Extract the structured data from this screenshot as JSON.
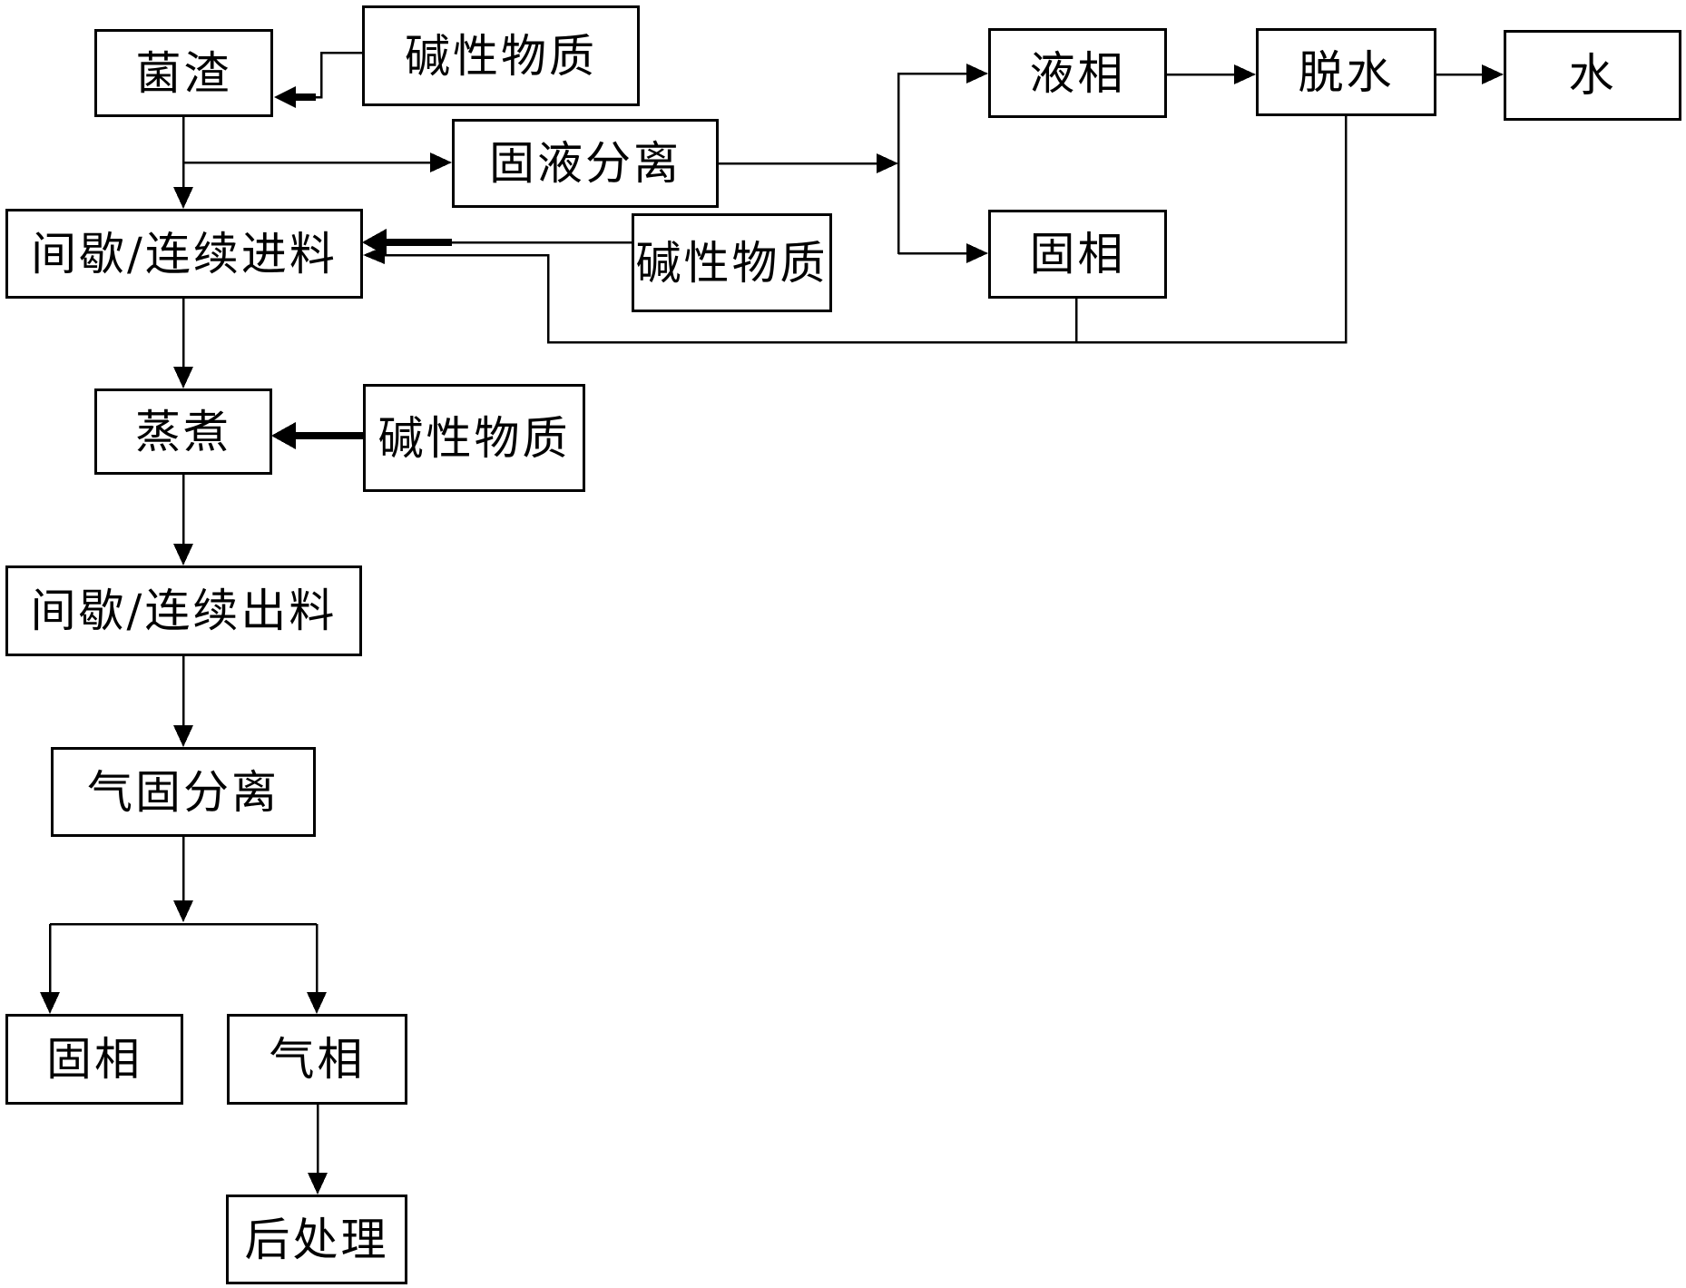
{
  "figure": {
    "type": "flowchart",
    "background_color": "#ffffff",
    "line_color": "#000000",
    "box_fill": "#ffffff",
    "box_border_color": "#000000"
  },
  "nodes": {
    "junzha": {
      "label": "菌渣"
    },
    "alkali_top": {
      "label": "碱性物质"
    },
    "solid_liquid_sep": {
      "label": "固液分离"
    },
    "liquid_phase": {
      "label": "液相"
    },
    "dewater": {
      "label": "脱水"
    },
    "water": {
      "label": "水"
    },
    "solid_phase_upper": {
      "label": "固相"
    },
    "feed": {
      "label": "间歇/连续进料"
    },
    "alkali_mid": {
      "label": "碱性物质"
    },
    "zhengzhu": {
      "label": "蒸煮"
    },
    "alkali_lower": {
      "label": "碱性物质"
    },
    "discharge": {
      "label": "间歇/连续出料"
    },
    "gas_solid_sep": {
      "label": "气固分离"
    },
    "solid_phase_lower": {
      "label": "固相"
    },
    "gas_phase": {
      "label": "气相"
    },
    "post_process": {
      "label": "后处理"
    }
  },
  "edges": [
    {
      "from": "alkali_top",
      "to": "junzha",
      "style": "thick-head"
    },
    {
      "from": "junzha",
      "to": "solid_liquid_sep",
      "style": "thin"
    },
    {
      "from": "junzha",
      "to": "feed",
      "style": "thin"
    },
    {
      "from": "solid_liquid_sep",
      "to": "liquid_phase",
      "style": "thin"
    },
    {
      "from": "solid_liquid_sep",
      "to": "solid_phase_upper",
      "style": "thin"
    },
    {
      "from": "liquid_phase",
      "to": "dewater",
      "style": "thin"
    },
    {
      "from": "dewater",
      "to": "water",
      "style": "thin"
    },
    {
      "from": "dewater",
      "to": "feed",
      "style": "thin-recycle"
    },
    {
      "from": "solid_phase_upper",
      "to": "feed",
      "style": "thin-recycle"
    },
    {
      "from": "alkali_mid",
      "to": "feed",
      "style": "thick-head"
    },
    {
      "from": "feed",
      "to": "zhengzhu",
      "style": "thin"
    },
    {
      "from": "alkali_lower",
      "to": "zhengzhu",
      "style": "thick"
    },
    {
      "from": "zhengzhu",
      "to": "discharge",
      "style": "thin"
    },
    {
      "from": "discharge",
      "to": "gas_solid_sep",
      "style": "thin"
    },
    {
      "from": "gas_solid_sep",
      "to": "solid_phase_lower",
      "style": "thin"
    },
    {
      "from": "gas_solid_sep",
      "to": "gas_phase",
      "style": "thin"
    },
    {
      "from": "gas_phase",
      "to": "post_process",
      "style": "thin"
    }
  ]
}
